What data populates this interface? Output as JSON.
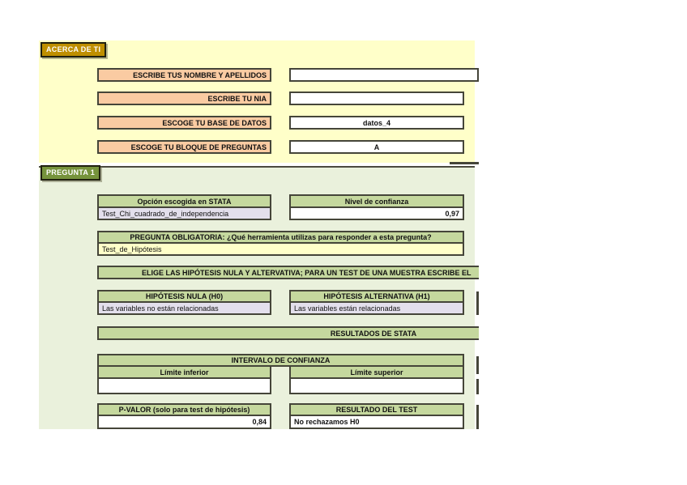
{
  "colors": {
    "panel_yellow": "#FFFFC9",
    "panel_green": "#EAF1DC",
    "badge_gold": "#BF8F00",
    "badge_green": "#76933C",
    "header_green": "#C5D89E",
    "label_peach": "#FACBA2",
    "value_lavender": "#E3DFEC",
    "value_cream": "#FFFFC9",
    "box_border": "#454539"
  },
  "about_section": {
    "badge": "ACERCA DE TI",
    "fields": [
      {
        "label": "ESCRIBE TUS NOMBRE Y APELLIDOS",
        "value": ""
      },
      {
        "label": "ESCRIBE TU NIA",
        "value": ""
      },
      {
        "label": "ESCOGE TU BASE DE DATOS",
        "value": "datos_4"
      },
      {
        "label": "ESCOGE TU BLOQUE DE PREGUNTAS",
        "value": "A"
      }
    ]
  },
  "question_section": {
    "badge": "PREGUNTA 1",
    "stata_option": {
      "label": "Opción escogida en STATA",
      "value": "Test_Chi_cuadrado_de_independencia"
    },
    "confidence_level": {
      "label": "Nivel de confianza",
      "value": "0,97"
    },
    "mandatory_question": {
      "label": "PREGUNTA OBLIGATORIA: ¿Qué herramienta utilizas para responder a esta pregunta?",
      "value": "Test_de_Hipótesis"
    },
    "hypotheses_banner": "ELIGE LAS HIPÓTESIS NULA Y ALTERVATIVA; PARA UN TEST DE UNA MUESTRA ESCRIBE EL",
    "null_hypothesis": {
      "label": "HIPÓTESIS NULA (H0)",
      "value": "Las variables no están relacionadas"
    },
    "alt_hypothesis": {
      "label": "HIPÓTESIS ALTERNATIVA (H1)",
      "value": "Las variables están relacionadas"
    },
    "stata_results_banner": "RESULTADOS DE STATA",
    "confidence_interval": {
      "label": "INTERVALO DE CONFIANZA",
      "lower": {
        "label": "Límite inferior",
        "value": ""
      },
      "upper": {
        "label": "Límite superior",
        "value": ""
      }
    },
    "p_value": {
      "label": "P-VALOR (solo para test de hipótesis)",
      "value": "0,84"
    },
    "test_result": {
      "label": "RESULTADO DEL TEST",
      "value": "No rechazamos H0"
    }
  }
}
